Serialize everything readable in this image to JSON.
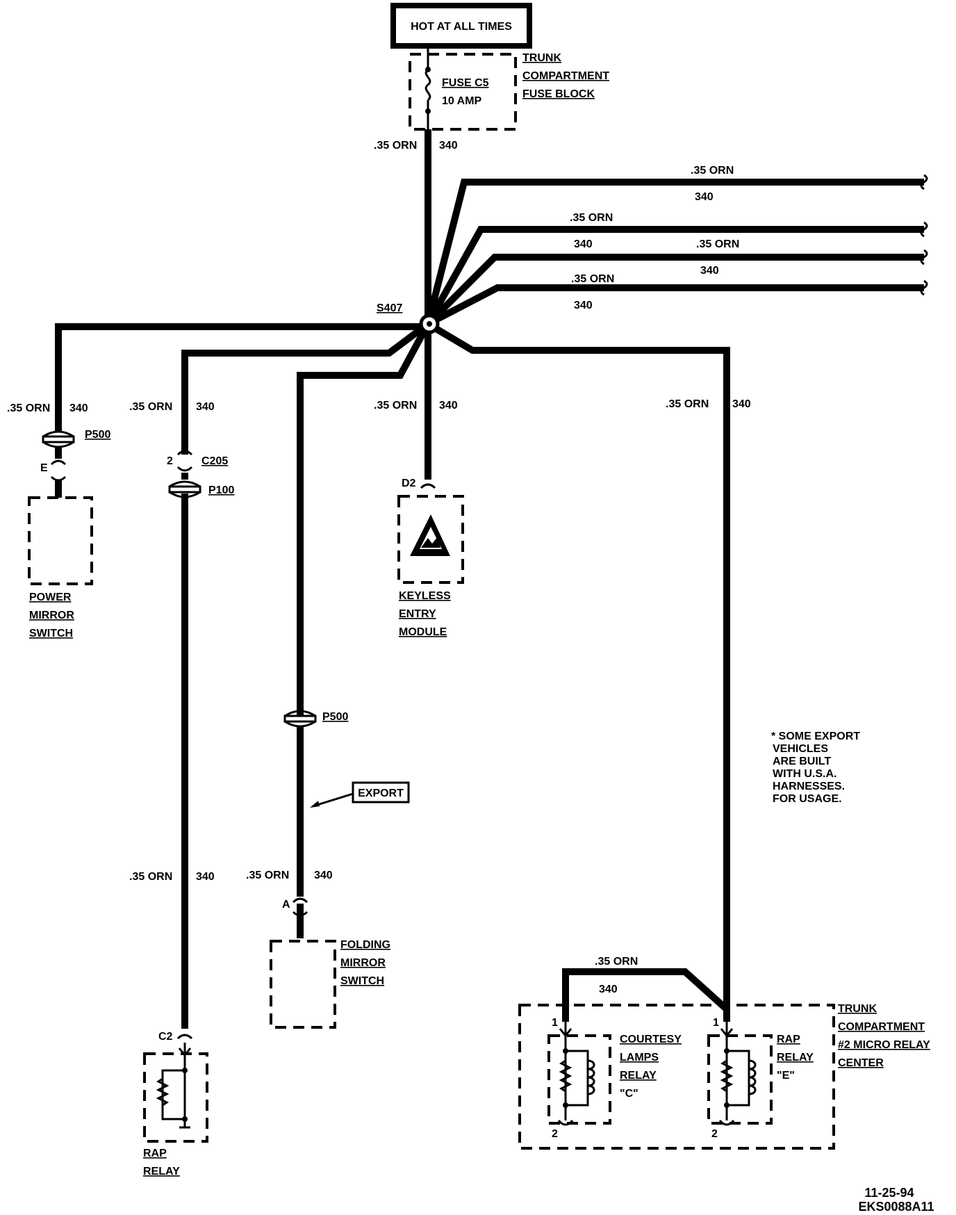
{
  "power_source": "HOT AT ALL TIMES",
  "fuse_block": {
    "fuse_name": "FUSE C5",
    "fuse_rating": "10 AMP",
    "label": [
      "TRUNK",
      "COMPARTMENT",
      "FUSE BLOCK"
    ]
  },
  "wire": {
    "gauge_color": ".35 ORN",
    "circuit": "340"
  },
  "splice": "S407",
  "connectors": {
    "p500": "P500",
    "c205": "C205",
    "p100": "P100",
    "pin_e": "E",
    "pin_2": "2",
    "pin_d2": "D2",
    "pin_a": "A",
    "pin_c2": "C2",
    "pin_1a": "1",
    "pin_1b": "1",
    "pin_2a": "2",
    "pin_2b": "2"
  },
  "components": {
    "power_mirror_switch": [
      "POWER",
      "MIRROR",
      "SWITCH"
    ],
    "keyless_entry_module": [
      "KEYLESS",
      "ENTRY",
      "MODULE"
    ],
    "folding_mirror_switch": [
      "FOLDING",
      "MIRROR",
      "SWITCH"
    ],
    "rap_relay": [
      "RAP",
      "RELAY"
    ],
    "courtesy_lamps_relay": [
      "COURTESY",
      "LAMPS",
      "RELAY",
      "\"C\""
    ],
    "rap_relay_e": [
      "RAP",
      "RELAY",
      "\"E\""
    ],
    "micro_relay_center": [
      "TRUNK",
      "COMPARTMENT",
      "#2 MICRO RELAY",
      "CENTER"
    ]
  },
  "export_label": "EXPORT",
  "note": [
    "* SOME EXPORT",
    "VEHICLES",
    "ARE BUILT",
    "WITH U.S.A.",
    "HARNESSES.",
    "FOR USAGE."
  ],
  "footer": {
    "date": "11-25-94",
    "code": "EKS0088A11"
  }
}
